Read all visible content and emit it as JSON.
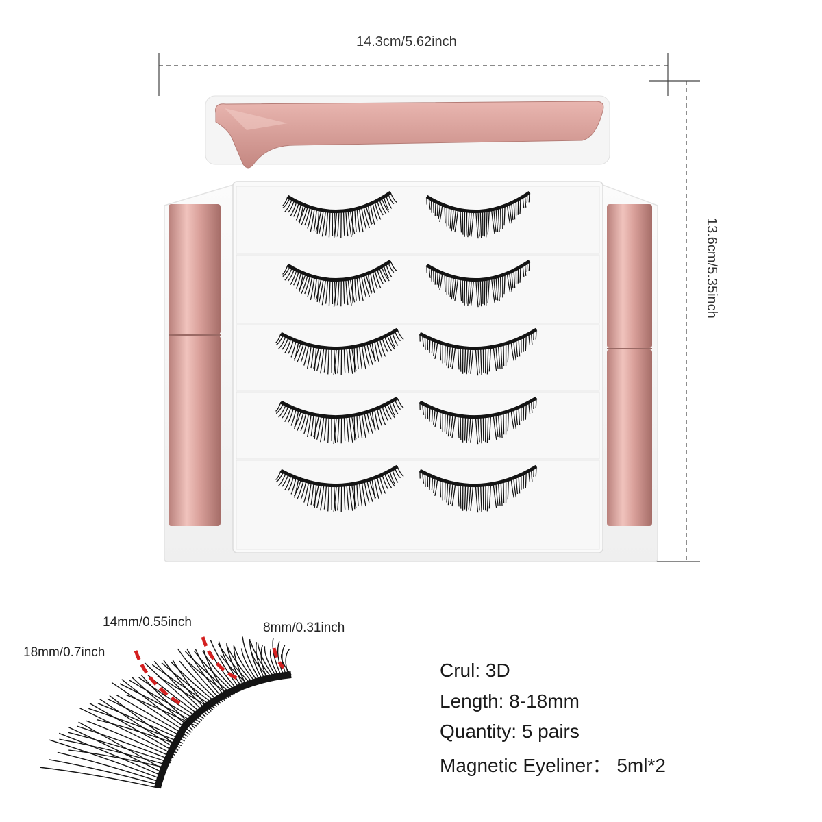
{
  "dimensions": {
    "width_label": "14.3cm/5.62inch",
    "height_label": "13.6cm/5.35inch"
  },
  "lash_lengths": {
    "long": "18mm/0.7inch",
    "middle": "14mm/0.55inch",
    "short": "8mm/0.31inch"
  },
  "specs": {
    "curl": "Crul: 3D",
    "length": "Length: 8-18mm",
    "quantity": "Quantity: 5 pairs",
    "eyeliner": "Magnetic Eyeliner：  5ml*2"
  },
  "colors": {
    "rose_gold": "#d9a09a",
    "tray": "#f7f7f7",
    "lash": "#141414",
    "measure_red": "#d42020"
  }
}
